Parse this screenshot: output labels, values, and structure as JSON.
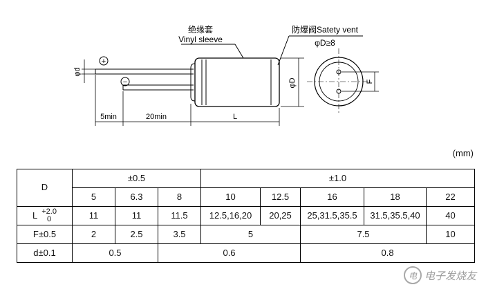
{
  "drawing": {
    "insulation_cn": "绝缘套",
    "insulation_en": "Vinyl sleeve",
    "vent_label": "防爆阀Satety vent",
    "vent_condition": "φD≥8",
    "plus_symbol": "+",
    "minus_symbol": "−",
    "dim_d": "φd",
    "dim_D": "φD",
    "dim_F": "F",
    "dim_5min": "5min",
    "dim_20min": "20min",
    "dim_L": "L"
  },
  "unit": "(mm)",
  "table": {
    "head_D": "D",
    "tol_group_1": "±0.5",
    "tol_group_2": "±1.0",
    "diameters": [
      "5",
      "6.3",
      "8",
      "10",
      "12.5",
      "16",
      "18",
      "22"
    ],
    "row_L_label": "L",
    "row_L_tol_up": "+2.0",
    "row_L_tol_down": "0",
    "row_L": [
      "11",
      "11",
      "11.5",
      "12.5,16,20",
      "20,25",
      "25,31.5,35.5",
      "31.5,35.5,40",
      "40"
    ],
    "row_F_label": "F±0.5",
    "row_F": [
      "2",
      "2.5",
      "3.5",
      "5",
      "7.5",
      "10"
    ],
    "row_d_label": "d±0.1",
    "row_d": [
      "0.5",
      "0.6",
      "0.8"
    ]
  },
  "watermark": {
    "icon_text": "电",
    "text": "电子发烧友"
  }
}
